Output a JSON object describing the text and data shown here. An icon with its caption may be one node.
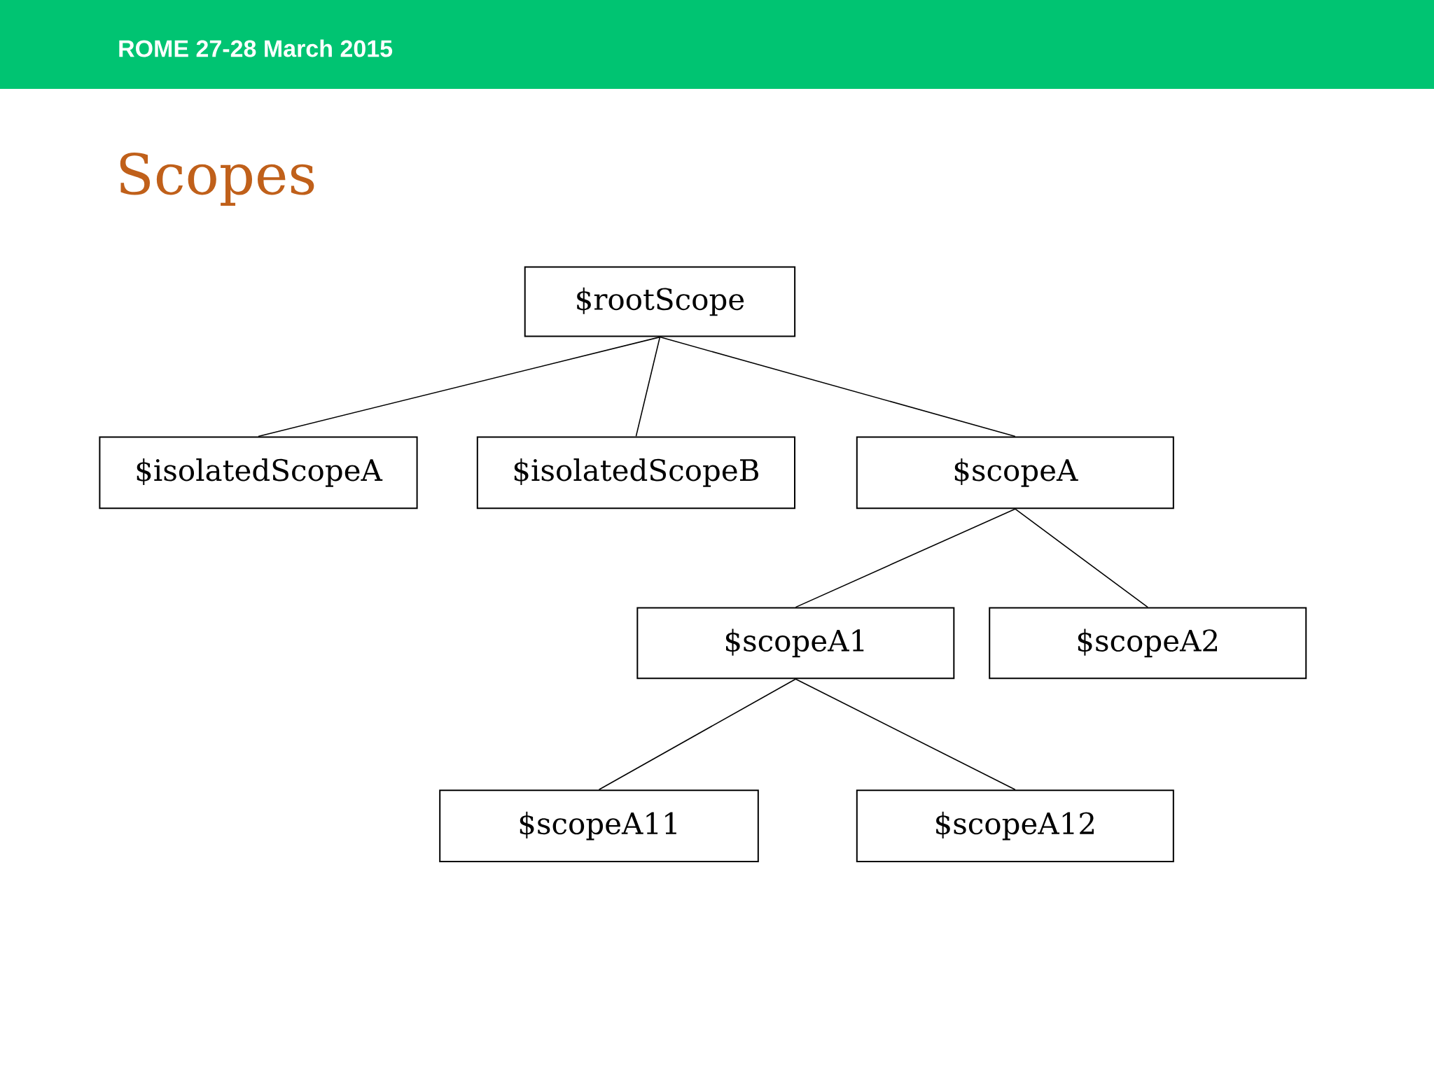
{
  "diagram": {
    "title": "Scopes",
    "nodes": [
      {
        "text": [
          "$rootScope"
        ]
      },
      {
        "text": [
          "$isolatedScopeA"
        ]
      },
      {
        "text": [
          "$isolatedScopeB"
        ]
      },
      {
        "text": [
          "$scopeA"
        ]
      },
      {
        "text": [
          "$scopeA1"
        ]
      },
      {
        "text": [
          "$scopeA2"
        ]
      },
      {
        "text": [
          "$scopeA11"
        ]
      },
      {
        "text": [
          "$scopeA12"
        ]
      }
    ],
    "edges": [
      {
        "from": 0,
        "to": 1,
        "arrow": "none"
      },
      {
        "from": 0,
        "to": 2,
        "arrow": "none"
      },
      {
        "from": 0,
        "to": 3,
        "arrow": "none"
      },
      {
        "from": 3,
        "to": 4,
        "arrow": "none"
      },
      {
        "from": 3,
        "to": 5,
        "arrow": "none"
      },
      {
        "from": 4,
        "to": 6,
        "arrow": "none"
      },
      {
        "from": 4,
        "to": 7,
        "arrow": "none"
      }
    ],
    "labels": [
      "ROME 27-28 March 2015"
    ]
  }
}
